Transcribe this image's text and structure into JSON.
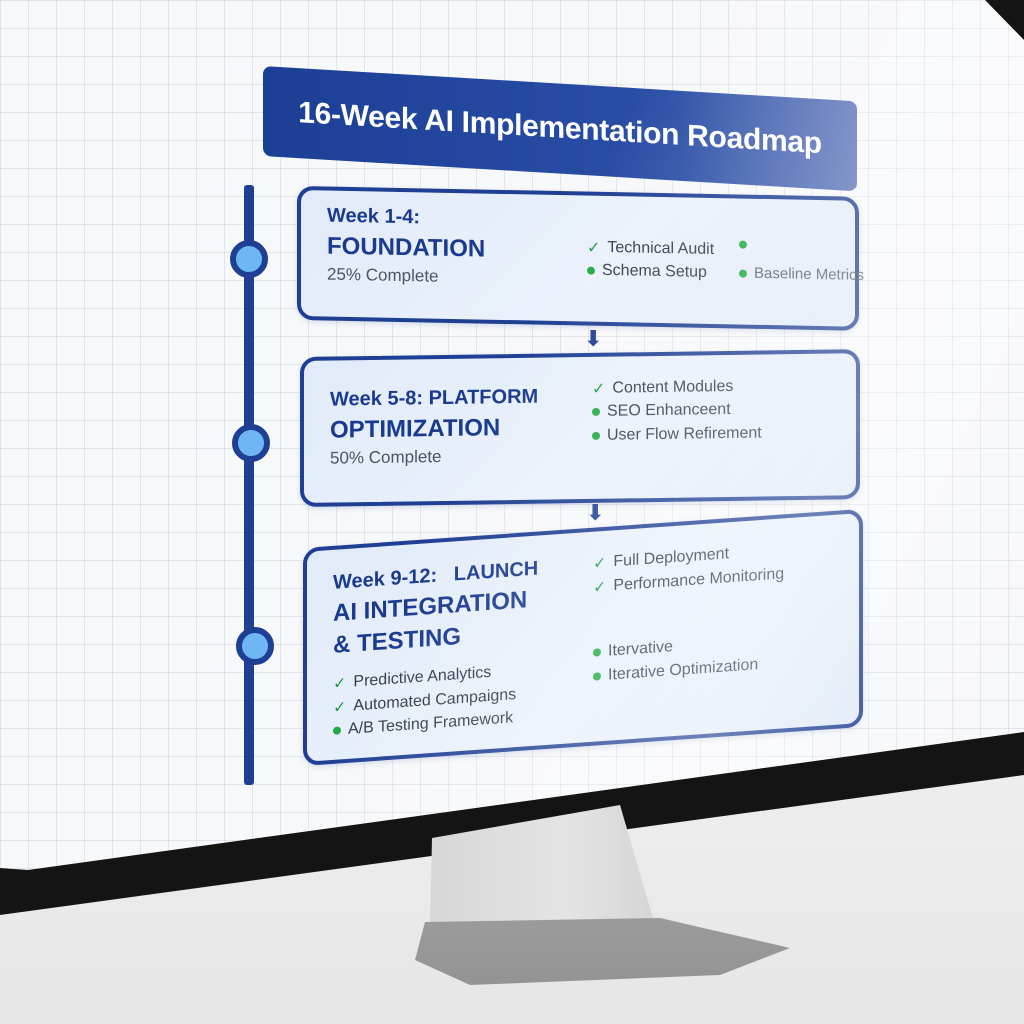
{
  "roadmap": {
    "title": "16-Week AI Implementation Roadmap",
    "phases": [
      {
        "week": "Week 1-4:",
        "name": "FOUNDATION",
        "progress": "25% Complete",
        "tasks": [
          {
            "text": "Technical Audit",
            "icon": "check-icon"
          },
          {
            "text": "",
            "icon": "dot-icon"
          },
          {
            "text": "Schema Setup",
            "icon": "dot-icon"
          },
          {
            "text": "Baseline Metrics",
            "icon": "dot-icon"
          }
        ]
      },
      {
        "week": "Week 5-8: PLATFORM",
        "name": "OPTIMIZATION",
        "progress": "50% Complete",
        "tasks": [
          {
            "text": "Content Modules",
            "icon": "check-icon"
          },
          {
            "text": "SEO Enhanceent",
            "icon": "dot-icon"
          },
          {
            "text": "User Flow Refirement",
            "icon": "dot-icon"
          }
        ]
      },
      {
        "week": "Week 9-12:   LAUNCH",
        "name_line1": "AI INTEGRATION",
        "name_line2": "& TESTING",
        "tasks": [
          {
            "text": "Full Deployment",
            "icon": "check-icon"
          },
          {
            "text": "Performance Monitoring",
            "icon": "check-icon"
          },
          {
            "text": "Predictive Analytics",
            "icon": "check-icon"
          },
          {
            "text": "Automated Campaigns",
            "icon": "check-icon"
          },
          {
            "text": "A/B Testing Framework",
            "icon": "dot-icon"
          },
          {
            "text": "Itervative",
            "icon": "dot-icon"
          },
          {
            "text": "Iterative Optimization",
            "icon": "dot-icon"
          }
        ]
      }
    ],
    "glyphs": {
      "check": "✓",
      "arrow": "⬇"
    }
  },
  "colors": {
    "primary": "#1f3f94",
    "node": "#6fb6f5",
    "card_bg": "#e4edf9",
    "check": "#1e9e3e",
    "bullet": "#22aa44",
    "bezel": "#141414"
  }
}
